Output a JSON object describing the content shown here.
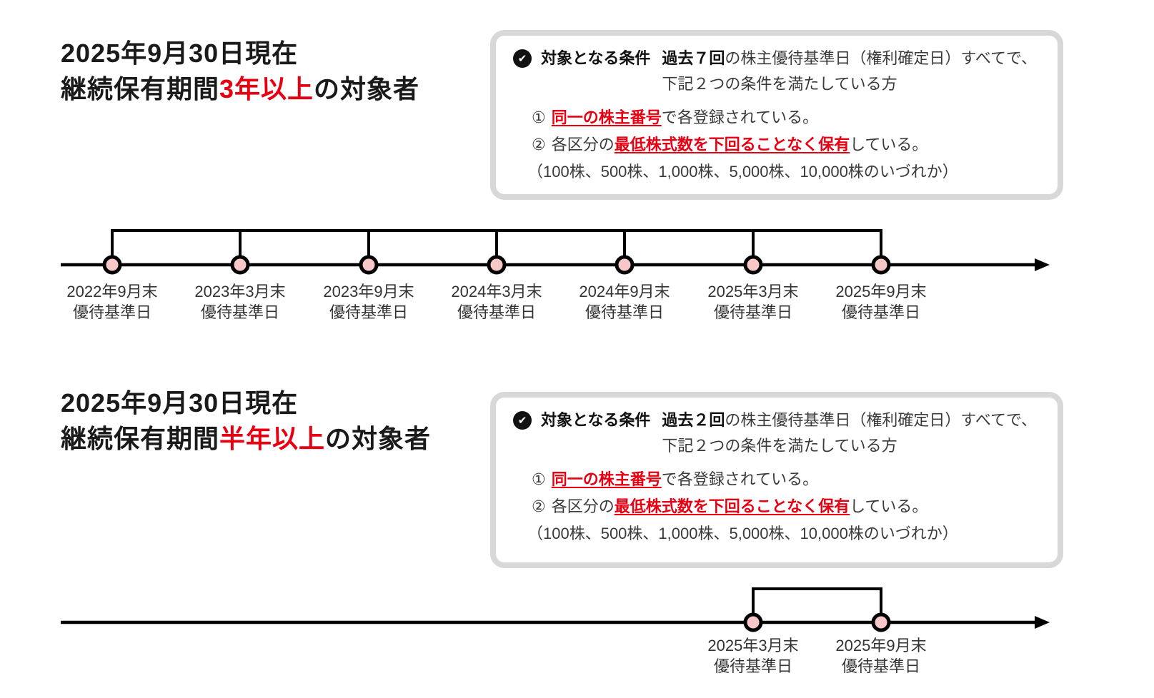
{
  "colors": {
    "highlight_red": "#e60012",
    "dot_fill": "#f8c8c8",
    "dot_stroke": "#000000",
    "box_border": "#d8d8d8"
  },
  "icons": {
    "check": "✔"
  },
  "sections": [
    {
      "heading": {
        "line1": "2025年9月30日現在",
        "line2_prefix": "継続保有期間",
        "line2_highlight": "3年以上",
        "line2_suffix": "の対象者"
      },
      "box": {
        "title": "対象となる条件",
        "intro_bold": "過去７回",
        "intro_rest": "の株主優待基準日（権利確定日）すべてで、",
        "intro_line2": "下記２つの条件を満たしている方",
        "item1": {
          "num": "①",
          "highlight": "同一の株主番号",
          "rest": "で各登録されている。"
        },
        "item2": {
          "num": "②",
          "prefix": "各区分の",
          "highlight": "最低株式数を下回ることなく保有",
          "rest": "している。"
        },
        "note": "（100株、500株、1,000株、5,000株、10,000株のいづれか）"
      },
      "timeline": {
        "points": [
          {
            "date": "2022年9月末",
            "label": "優待基準日"
          },
          {
            "date": "2023年3月末",
            "label": "優待基準日"
          },
          {
            "date": "2023年9月末",
            "label": "優待基準日"
          },
          {
            "date": "2024年3月末",
            "label": "優待基準日"
          },
          {
            "date": "2024年9月末",
            "label": "優待基準日"
          },
          {
            "date": "2025年3月末",
            "label": "優待基準日"
          },
          {
            "date": "2025年9月末",
            "label": "優待基準日"
          }
        ]
      }
    },
    {
      "heading": {
        "line1": "2025年9月30日現在",
        "line2_prefix": "継続保有期間",
        "line2_highlight": "半年以上",
        "line2_suffix": "の対象者"
      },
      "box": {
        "title": "対象となる条件",
        "intro_bold": "過去２回",
        "intro_rest": "の株主優待基準日（権利確定日）すべてで、",
        "intro_line2": "下記２つの条件を満たしている方",
        "item1": {
          "num": "①",
          "highlight": "同一の株主番号",
          "rest": "で各登録されている。"
        },
        "item2": {
          "num": "②",
          "prefix": "各区分の",
          "highlight": "最低株式数を下回ることなく保有",
          "rest": "している。"
        },
        "note": "（100株、500株、1,000株、5,000株、10,000株のいづれか）"
      },
      "timeline": {
        "points": [
          {
            "date": "2025年3月末",
            "label": "優待基準日"
          },
          {
            "date": "2025年9月末",
            "label": "優待基準日"
          }
        ]
      }
    }
  ]
}
